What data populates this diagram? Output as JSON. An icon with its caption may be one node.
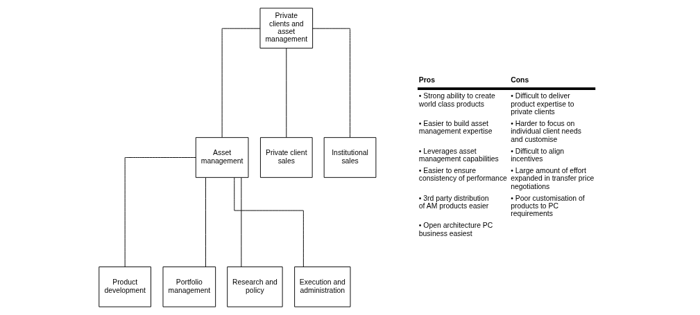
{
  "diagram": {
    "nodes": [
      {
        "text": [
          "Private clients and asset management"
        ]
      },
      {
        "text": [
          "Asset management"
        ]
      },
      {
        "text": [
          "Private client sales"
        ]
      },
      {
        "text": [
          "Institutional sales"
        ]
      },
      {
        "text": [
          "Product development"
        ]
      },
      {
        "text": [
          "Portfolio management"
        ]
      },
      {
        "text": [
          "Research and policy"
        ]
      },
      {
        "text": [
          "Execution and administration"
        ]
      }
    ],
    "edges": [
      {
        "from": 0,
        "to": 1,
        "arrow": "none"
      },
      {
        "from": 0,
        "to": 2,
        "arrow": "none"
      },
      {
        "from": 0,
        "to": 3,
        "arrow": "none"
      },
      {
        "from": 1,
        "to": 4,
        "arrow": "none"
      },
      {
        "from": 1,
        "to": 5,
        "arrow": "none"
      },
      {
        "from": 1,
        "to": 6,
        "arrow": "none"
      },
      {
        "from": 1,
        "to": 7,
        "arrow": "none"
      }
    ],
    "labels": [
      "Pros",
      "Cons",
      "• Strong ability to create world class products",
      "• Difficult to deliver product expertise to private clients",
      "• Easier to build asset management expertise",
      "• Harder to focus on individual client needs and customise",
      "• Leverages asset management capabilities",
      "• Difficult to align incentives",
      "• Easier to ensure consistency of performance",
      "• Large amount of effort expanded in transfer price negotiations",
      "• 3rd party distribution of AM products easier",
      "• Poor customisation of products to PC requirements",
      "• Open architecture PC business easiest"
    ]
  }
}
